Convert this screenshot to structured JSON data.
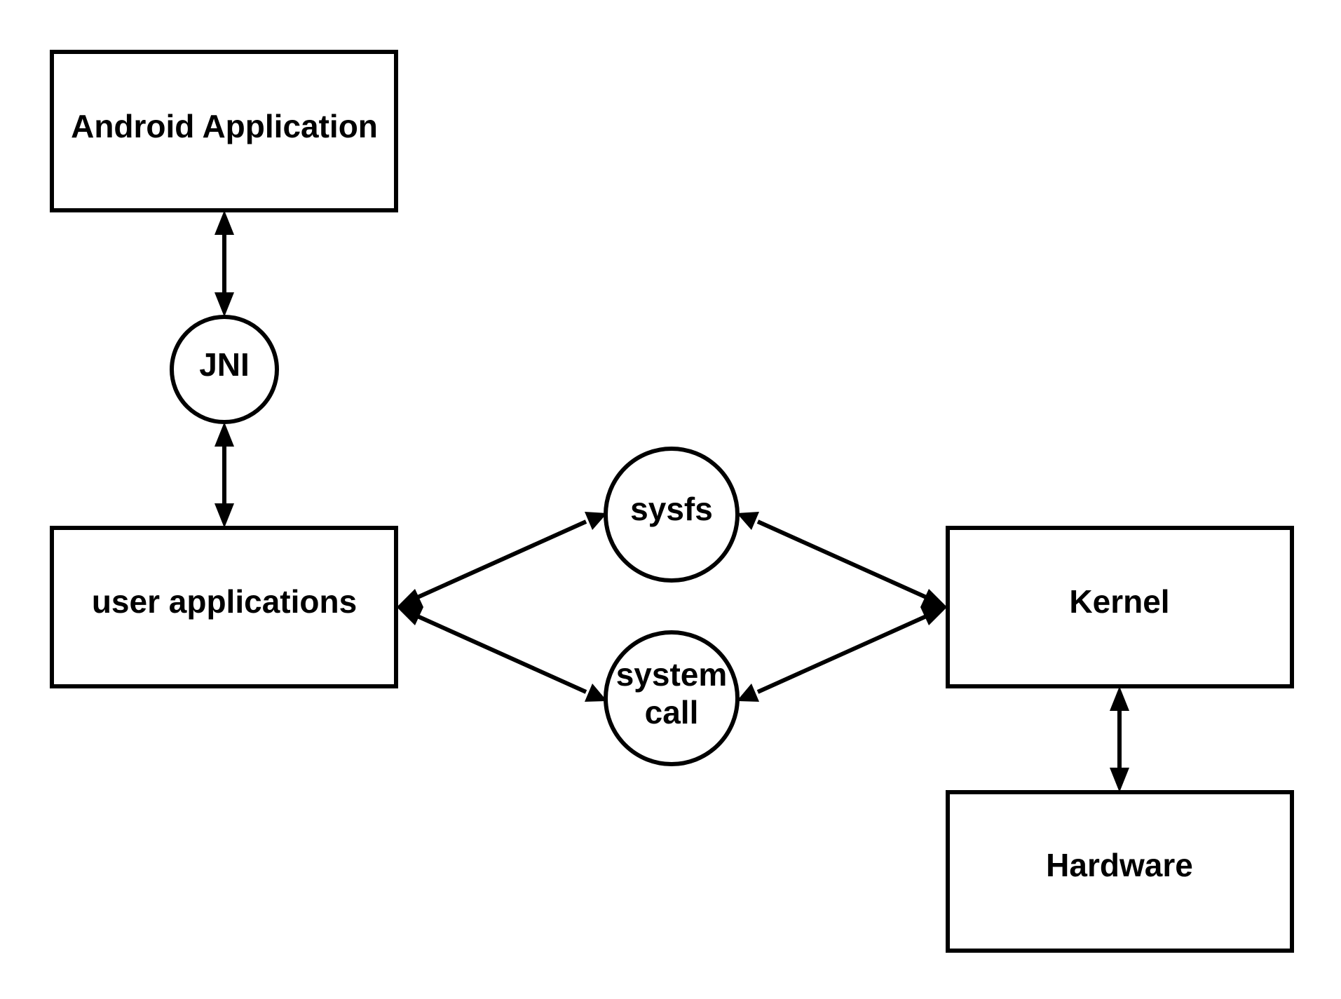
{
  "nodes": {
    "android_application": {
      "label": "Android Application",
      "shape": "rectangle"
    },
    "jni": {
      "label": "JNI",
      "shape": "circle"
    },
    "user_applications": {
      "label": "user applications",
      "shape": "rectangle"
    },
    "sysfs": {
      "label": "sysfs",
      "shape": "circle"
    },
    "system_call": {
      "label_line1": "system",
      "label_line2": "call",
      "shape": "circle"
    },
    "kernel": {
      "label": "Kernel",
      "shape": "rectangle"
    },
    "hardware": {
      "label": "Hardware",
      "shape": "rectangle"
    }
  },
  "edges": [
    {
      "from": "Android Application",
      "to": "JNI",
      "direction": "both"
    },
    {
      "from": "JNI",
      "to": "user applications",
      "direction": "both"
    },
    {
      "from": "user applications",
      "to": "sysfs",
      "direction": "both"
    },
    {
      "from": "user applications",
      "to": "system call",
      "direction": "both"
    },
    {
      "from": "sysfs",
      "to": "Kernel",
      "direction": "both"
    },
    {
      "from": "system call",
      "to": "Kernel",
      "direction": "both"
    },
    {
      "from": "Kernel",
      "to": "Hardware",
      "direction": "both"
    }
  ],
  "colors": {
    "stroke": "#000000",
    "fill": "#ffffff",
    "background": "#ffffff"
  }
}
